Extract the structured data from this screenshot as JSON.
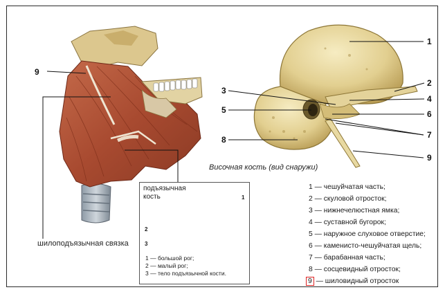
{
  "diagram": {
    "muscle_label": "шилоподъязычная связка",
    "bone_caption": "Височная кость (вид снаружи)",
    "hyoid_title_line1": "подъязычная",
    "hyoid_title_line2": "кость",
    "hyoid_numbers": [
      "1",
      "2",
      "3"
    ],
    "hyoid_legend": [
      "1 — большой рог;",
      "2 — малый рог;",
      "3 — тело подъязычной кости."
    ],
    "callouts": {
      "left_9": "9",
      "bone_1": "1",
      "bone_2": "2",
      "bone_3": "3",
      "bone_4": "4",
      "bone_5": "5",
      "bone_6": "6",
      "bone_7": "7",
      "bone_8": "8",
      "bone_9": "9"
    },
    "legend": [
      {
        "num": "1",
        "text": "— чешуйчатая часть;"
      },
      {
        "num": "2",
        "text": "— скуловой отросток;"
      },
      {
        "num": "3",
        "text": "— нижнечелюстная ямка;"
      },
      {
        "num": "4",
        "text": "— суставной бугорок;"
      },
      {
        "num": "5",
        "text": "— наружное слуховое отверстие;"
      },
      {
        "num": "6",
        "text": "— каменисто-чешуйчатая щель;"
      },
      {
        "num": "7",
        "text": "— барабанная часть;"
      },
      {
        "num": "8",
        "text": "— сосцевидный отросток;"
      },
      {
        "num": "9",
        "text": "— шиловидный отросток",
        "highlight": true
      }
    ],
    "colors": {
      "muscle": "#b5573a",
      "muscle_dark": "#7e2f1d",
      "bone": "#e8d9a2",
      "bone_shadow": "#c4ab6a",
      "highlight_box": "#dd2222"
    }
  }
}
